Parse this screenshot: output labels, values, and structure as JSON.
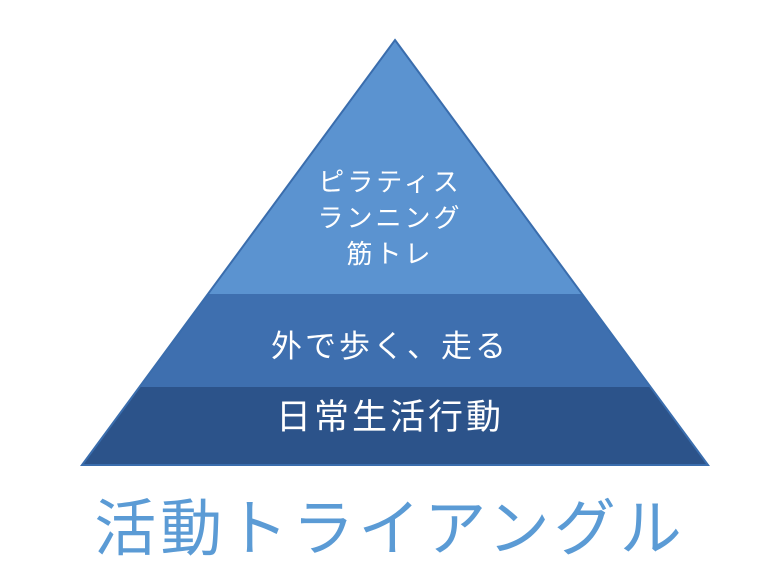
{
  "pyramid": {
    "top_tier": {
      "lines": [
        "ピラティス",
        "ランニング",
        "筋トレ"
      ],
      "color": "#5b93d0"
    },
    "middle_tier": {
      "label": "外で歩く、走る",
      "color": "#3e6faf"
    },
    "bottom_tier": {
      "label": "日常生活行動",
      "color": "#2c538a"
    },
    "outline_color": "#3a6dad"
  },
  "caption": {
    "text": "活動トライアングル",
    "color": "#5b9bd5"
  }
}
